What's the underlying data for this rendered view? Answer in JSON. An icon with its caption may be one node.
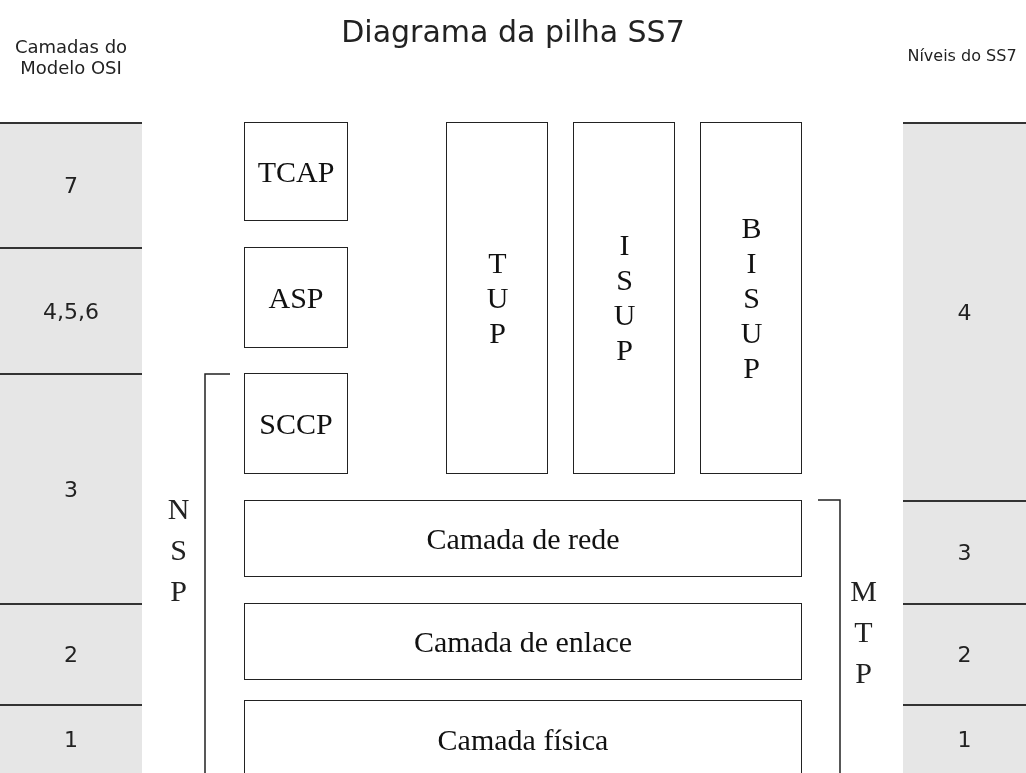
{
  "diagram": {
    "title": "Diagrama da pilha SS7",
    "nodes": [
      {
        "text": [
          "7"
        ]
      },
      {
        "text": [
          "4,5,6"
        ]
      },
      {
        "text": [
          "3"
        ]
      },
      {
        "text": [
          "2"
        ]
      },
      {
        "text": [
          "1"
        ]
      },
      {
        "text": [
          "TCAP"
        ]
      },
      {
        "text": [
          "TUP"
        ]
      },
      {
        "text": [
          "ISUP"
        ]
      },
      {
        "text": [
          "BISUP"
        ]
      },
      {
        "text": [
          "ASP"
        ]
      },
      {
        "text": [
          "SCCP"
        ]
      },
      {
        "text": [
          "Camada de rede"
        ]
      },
      {
        "text": [
          "Camada de enlace"
        ]
      },
      {
        "text": [
          "Camada física"
        ]
      },
      {
        "text": [
          "4"
        ]
      },
      {
        "text": [
          "3"
        ]
      },
      {
        "text": [
          "2"
        ]
      },
      {
        "text": [
          "1"
        ]
      }
    ],
    "edges": [],
    "labels": [
      "Camadas do Modelo OSI",
      "Níveis do SS7",
      "NSP",
      "MTP"
    ]
  }
}
